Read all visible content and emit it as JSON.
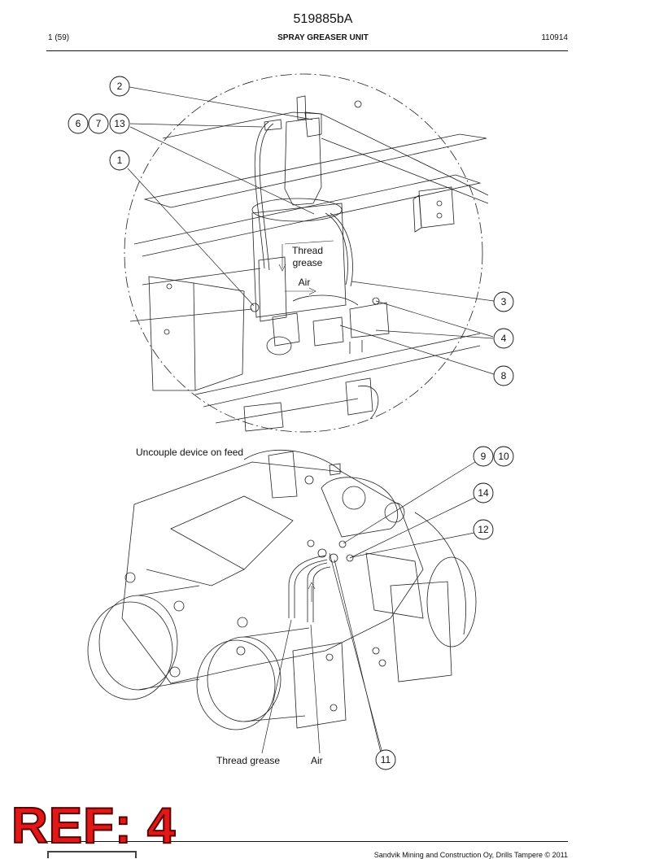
{
  "header": {
    "doc_number": "519885bA",
    "page": "1 (59)",
    "title": "SPRAY GREASER UNIT",
    "date": "110914"
  },
  "figure_top": {
    "callouts": [
      "2",
      "6",
      "7",
      "13",
      "1",
      "3",
      "4",
      "8"
    ],
    "labels": {
      "thread_grease": [
        "Thread",
        "grease"
      ],
      "air": "Air"
    }
  },
  "figure_bottom": {
    "caption": "Uncouple device on feed",
    "callouts": [
      "9",
      "10",
      "14",
      "12",
      "11"
    ],
    "labels": {
      "thread_grease": "Thread grease",
      "air": "Air"
    }
  },
  "stamp": "REF: 4",
  "footer": {
    "copyright": "Sandvik Mining and Construction Oy, Drills Tampere © 2011"
  }
}
